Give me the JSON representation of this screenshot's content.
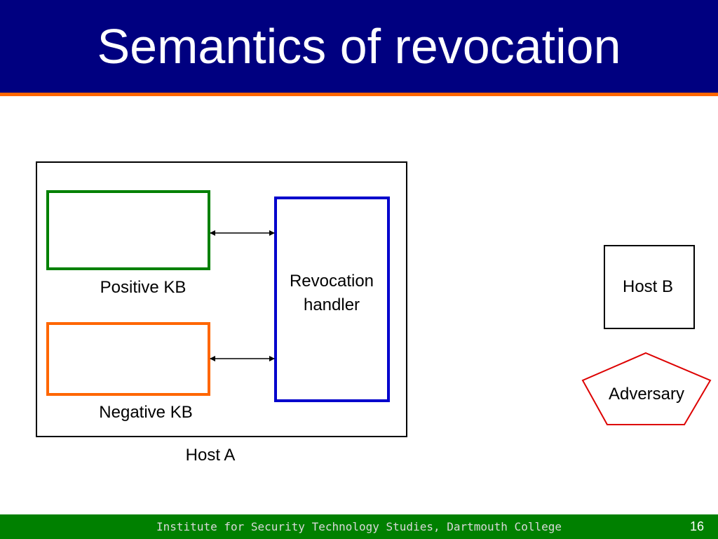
{
  "slide": {
    "title": "Semantics of revocation",
    "footer_text": "Institute for Security Technology Studies, Dartmouth College",
    "page_number": "16"
  },
  "diagram": {
    "host_a_label": "Host A",
    "positive_kb_label": "Positive KB",
    "negative_kb_label": "Negative KB",
    "revocation_handler_line1": "Revocation",
    "revocation_handler_line2": "handler",
    "host_b_label": "Host B",
    "adversary_label": "Adversary"
  },
  "colors": {
    "title_bar": "#000080",
    "accent": "#ff6600",
    "footer": "#008000",
    "positive_kb": "#008000",
    "negative_kb": "#ff6600",
    "revocation_handler": "#0000cc",
    "adversary": "#dd0000"
  }
}
